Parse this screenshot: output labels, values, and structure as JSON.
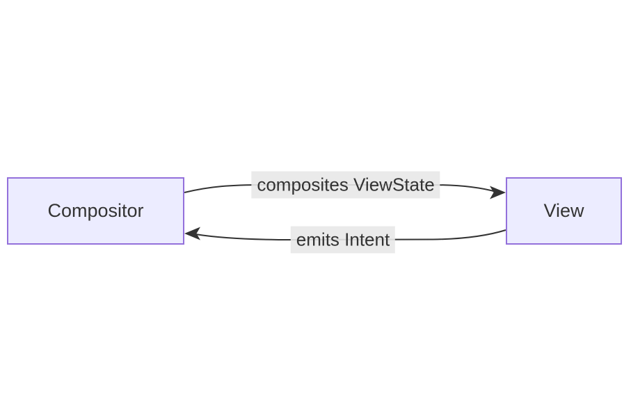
{
  "diagram": {
    "type": "flowchart",
    "direction": "LR",
    "nodes": [
      {
        "id": "compositor",
        "label": "Compositor"
      },
      {
        "id": "view",
        "label": "View"
      }
    ],
    "edges": [
      {
        "from": "compositor",
        "to": "view",
        "label": "composites ViewState"
      },
      {
        "from": "view",
        "to": "compositor",
        "label": "emits Intent"
      }
    ],
    "colors": {
      "node_fill": "#ECECFF",
      "node_border": "#9370DB",
      "edge": "#333333",
      "label_bg": "#e8e8e8",
      "text": "#333333",
      "background": "#ffffff"
    }
  }
}
